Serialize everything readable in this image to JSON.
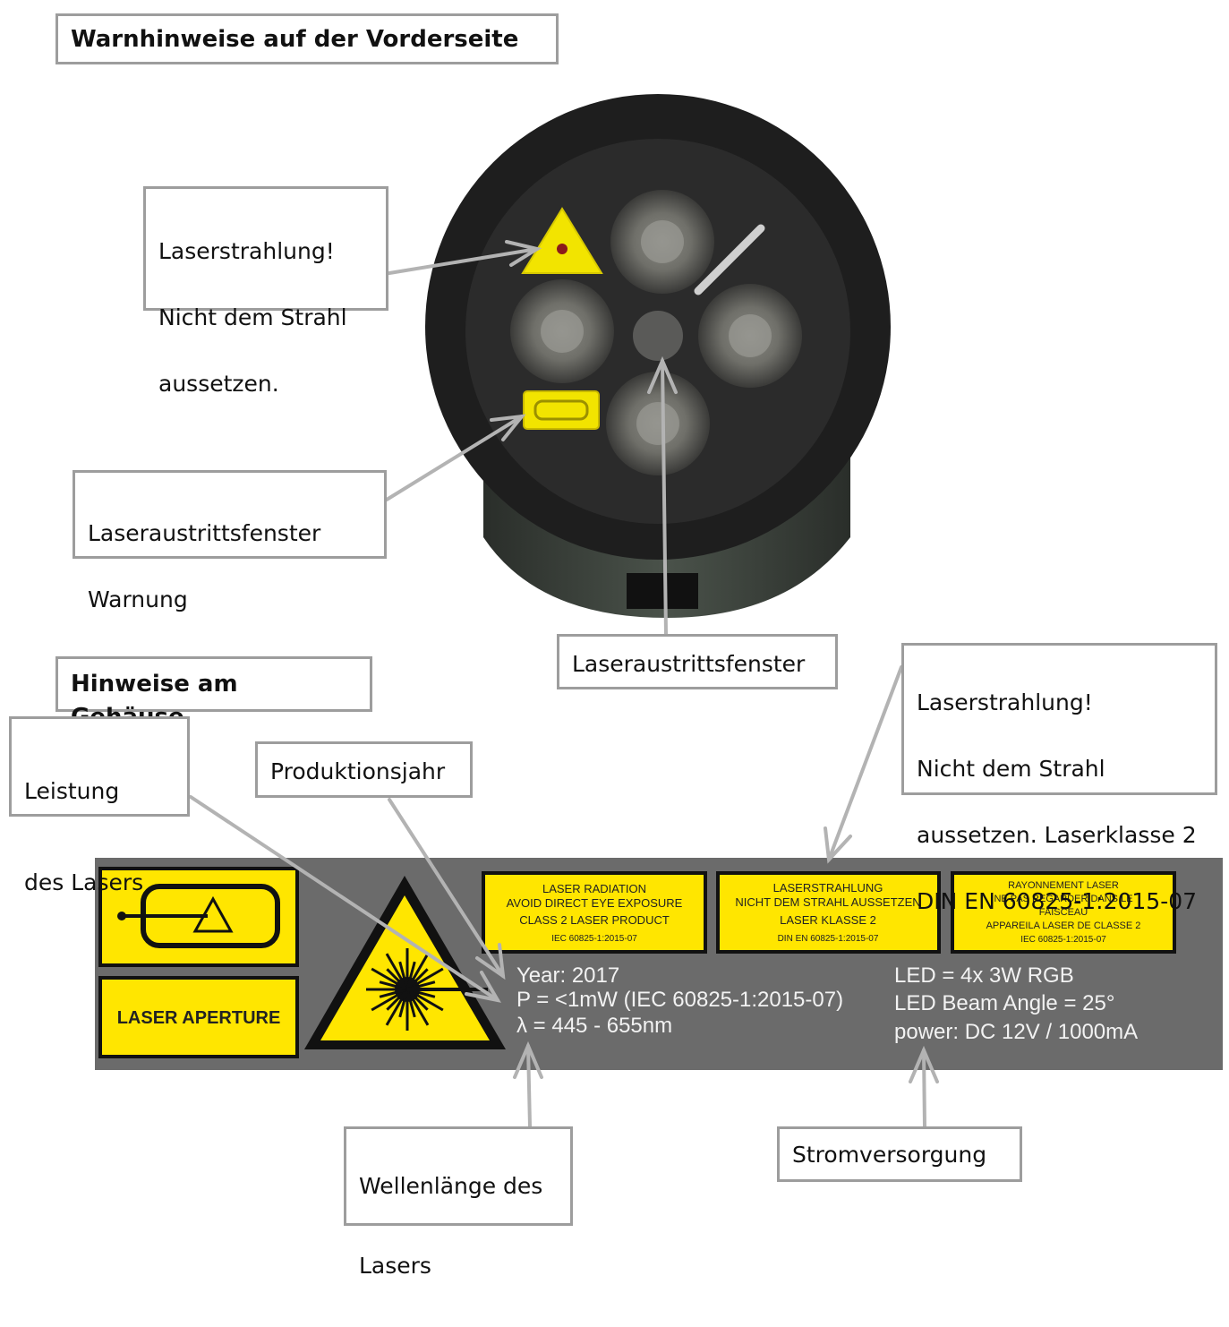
{
  "sections": {
    "front_title": "Warnhinweise auf der Vorderseite",
    "housing_title": "Hinweise am Gehäuse"
  },
  "callouts": {
    "front_radiation_warning": [
      "Laserstrahlung!",
      "Nicht dem Strahl",
      "aussetzen."
    ],
    "aperture_warning": [
      "Laseraustrittsfenster",
      "Warnung"
    ],
    "aperture_window": "Laseraustrittsfenster",
    "housing_radiation_warning": [
      "Laserstrahlung!",
      "Nicht dem Strahl",
      "aussetzen. Laserklasse 2",
      "DIN EN 60825-1:2015-07"
    ],
    "laser_power": [
      "Leistung",
      "des Lasers"
    ],
    "production_year": "Produktionsjahr",
    "wavelength": [
      "Wellenlänge des",
      "Lasers"
    ],
    "power_supply": "Stromversorgung"
  },
  "label_plate": {
    "aperture_label": "LASER APERTURE",
    "sign_en": [
      "LASER RADIATION",
      "AVOID DIRECT EYE EXPOSURE",
      "CLASS 2 LASER PRODUCT",
      "IEC 60825-1:2015-07"
    ],
    "sign_de": [
      "LASERSTRAHLUNG",
      "NICHT DEM STRAHL AUSSETZEN",
      "LASER KLASSE 2",
      "DIN EN 60825-1:2015-07"
    ],
    "sign_fr": [
      "RAYONNEMENT LASER",
      "NE PAS REGARDER DANS LE",
      "FAISCEAU",
      "APPAREILA LASER DE CLASSE 2",
      "IEC 60825-1:2015-07"
    ],
    "specs_left": [
      "Year: 2017",
      "P = <1mW (IEC 60825-1:2015-07)",
      "λ =  445 - 655nm"
    ],
    "specs_right": [
      "LED = 4x 3W RGB",
      "LED Beam Angle = 25°",
      "power: DC 12V / 1000mA"
    ]
  },
  "colors": {
    "callout_border": "#9d9d9d",
    "plate": "#6b6b6b",
    "sign_yellow": "#ffe600",
    "device_body": "#1e1e1e"
  }
}
